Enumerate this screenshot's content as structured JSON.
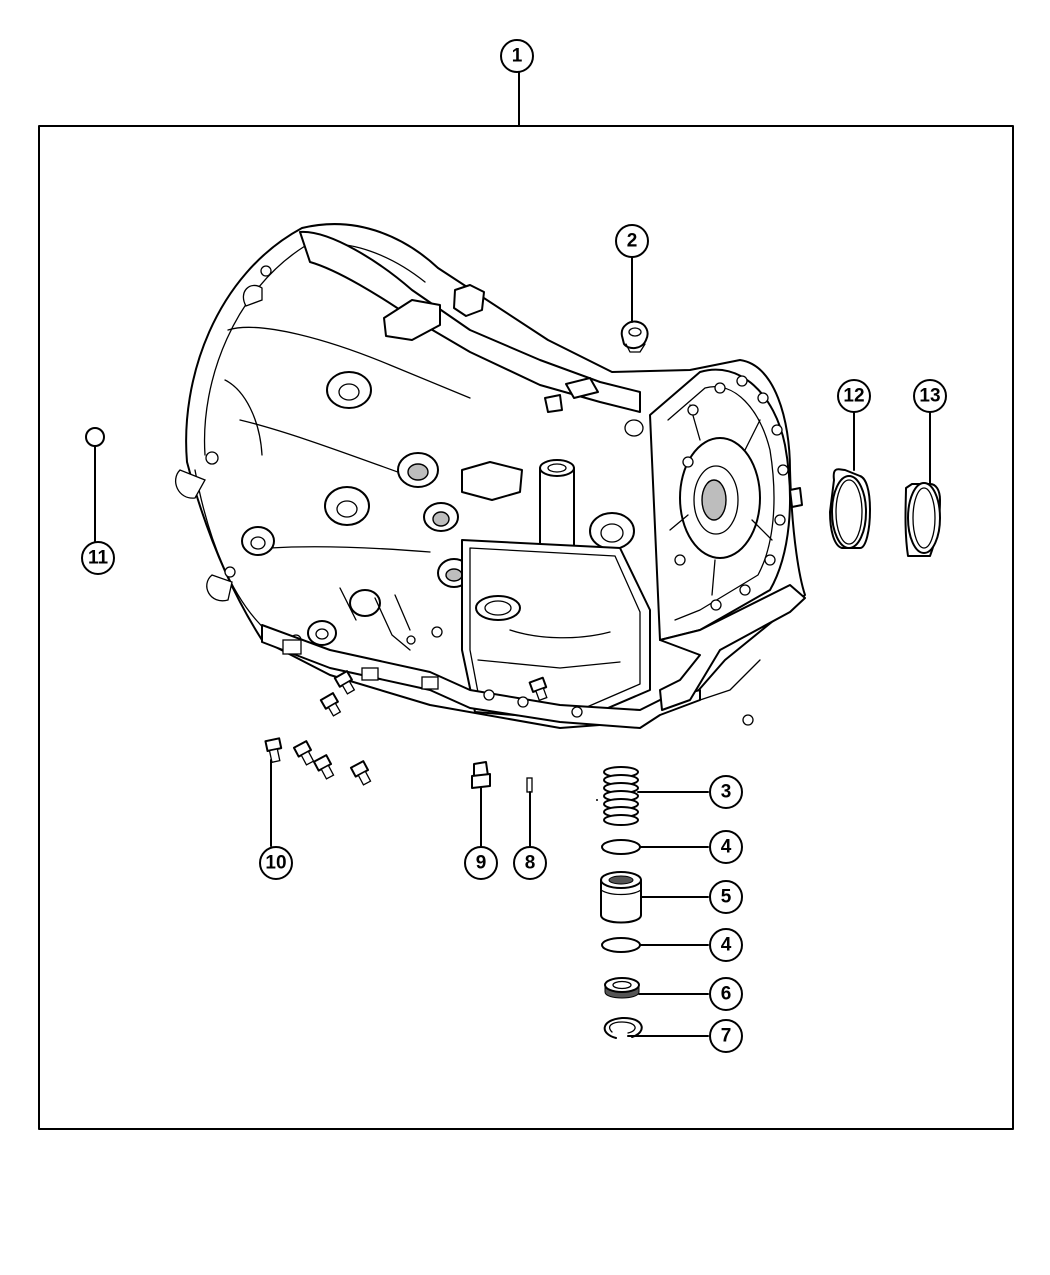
{
  "callouts": {
    "c1": "1",
    "c2": "2",
    "c3": "3",
    "c4a": "4",
    "c4b": "4",
    "c5": "5",
    "c6": "6",
    "c7": "7",
    "c8": "8",
    "c9": "9",
    "c10": "10",
    "c11": "11",
    "c12": "12",
    "c13": "13"
  }
}
